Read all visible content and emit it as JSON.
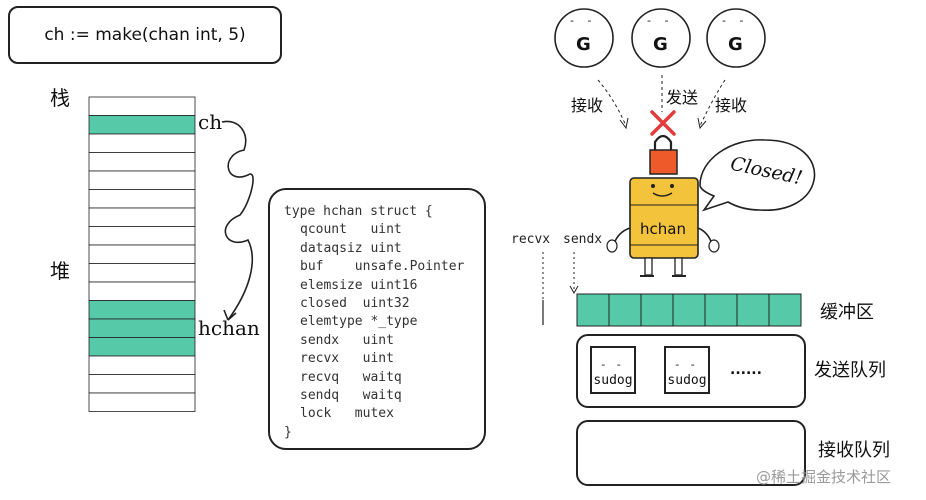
{
  "code_snippet": "ch := make(chan int, 5)",
  "stack_label": "栈",
  "heap_label": "堆",
  "ch_label": "ch",
  "hchan_label": "hchan",
  "struct": {
    "header": "type hchan struct {",
    "fields": [
      "qcount   uint",
      "dataqsiz uint",
      "buf    unsafe.Pointer",
      "elemsize uint16",
      "closed  uint32",
      "elemtype *_type",
      "sendx   uint",
      "recvx   uint",
      "recvq   waitq",
      "sendq   waitq",
      "lock   mutex"
    ],
    "footer": "}"
  },
  "goroutine_letter": "G",
  "goroutine_eyes": "- -",
  "receive_left": "接收",
  "send": "发送",
  "receive_right": "接收",
  "mascot_label": "hchan",
  "closed_bubble": "Closed!",
  "recvx_label": "recvx",
  "sendx_label": "sendx",
  "buffer_label": "缓冲区",
  "send_queue_label": "发送队列",
  "recv_queue_label": "接收队列",
  "sudog_label": "sudog",
  "sudog_eyes": "- -",
  "ellipsis": "......",
  "watermark": "@稀土掘金技术社区",
  "colors": {
    "teal": "#56c9a8",
    "mascot_yellow": "#f3c33b",
    "lock_orange": "#ef5a2a",
    "cross_red": "#e43b3b"
  }
}
